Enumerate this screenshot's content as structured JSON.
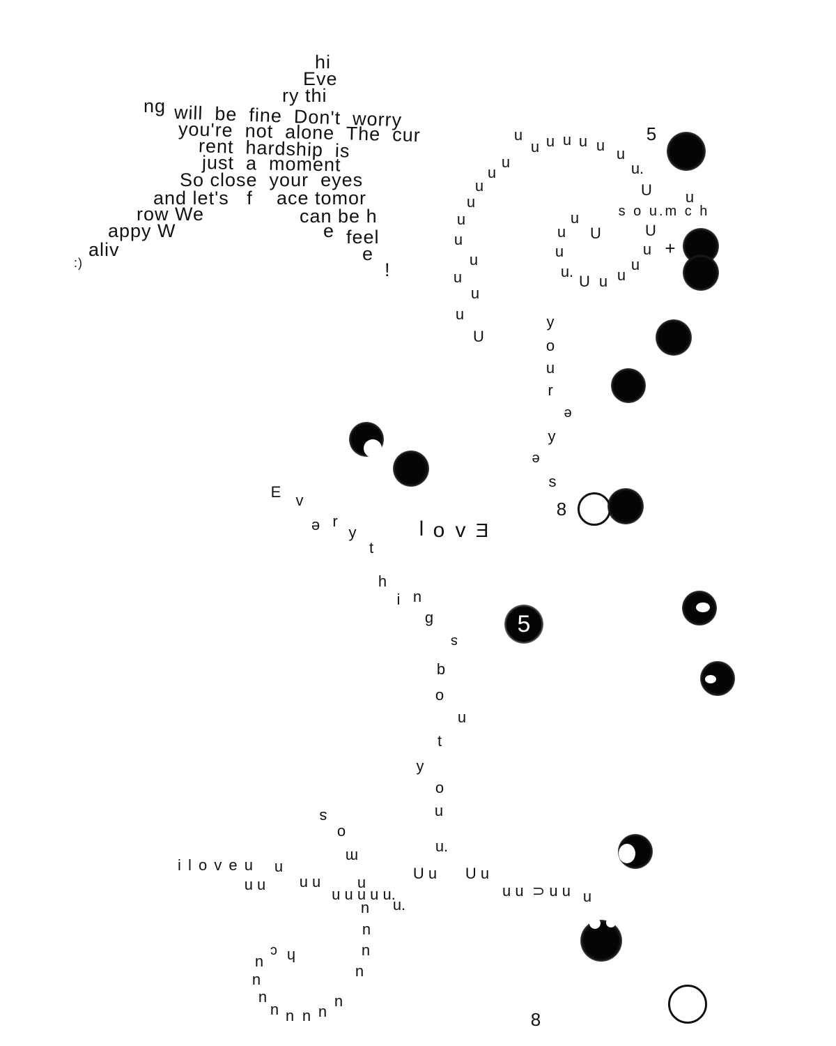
{
  "star_poem": {
    "line1": "hi",
    "line2": "Eve",
    "line3": "ry thi",
    "line4a": "ng",
    "line4b": "will  be  fine  Don't  worry",
    "line5": "you're  not  alone  The  cur",
    "line6": "rent  hardship  is",
    "line7": "just  a  moment",
    "line8": "So close  your  eyes",
    "line9a": "and let's   f",
    "line9b": "ace tomor",
    "line10a": "row We",
    "line10b": "can be h",
    "line11a": "appy W",
    "line11b": "e",
    "line11c": "feel",
    "line12a": "aliv",
    "line12b": "e",
    "smiley": ":)",
    "exclaim": "!"
  },
  "spiral_top": {
    "five_label": "5",
    "so_much": "s o u.m c h",
    "plus": "+",
    "u_lower": "u",
    "u_upper": "U",
    "u_dot": "u."
  },
  "your_eyes": {
    "letters": [
      "y",
      "o",
      "u",
      "r",
      "e",
      "y",
      "e",
      "s"
    ],
    "eight": "8"
  },
  "everything": {
    "letters": [
      "E",
      "v",
      "e",
      "r",
      "y",
      "t",
      "h",
      "i",
      "n",
      "g",
      "s",
      "b",
      "o",
      "u",
      "t",
      "y",
      "o",
      "u",
      "u."
    ]
  },
  "love": {
    "l": "l",
    "o": "o",
    "v": "v",
    "e": "E"
  },
  "bottom": {
    "iloveu": "i l o v e u",
    "u": "u",
    "uu": "u u",
    "uuuuu": "u u u u u.",
    "Uu": "U u",
    "uu_rev": "u u  ⊃ u u",
    "u_dot": "u.",
    "som": [
      "s",
      "o",
      "m"
    ],
    "ch": [
      "h",
      "c"
    ],
    "eight": "8",
    "five": "5"
  }
}
